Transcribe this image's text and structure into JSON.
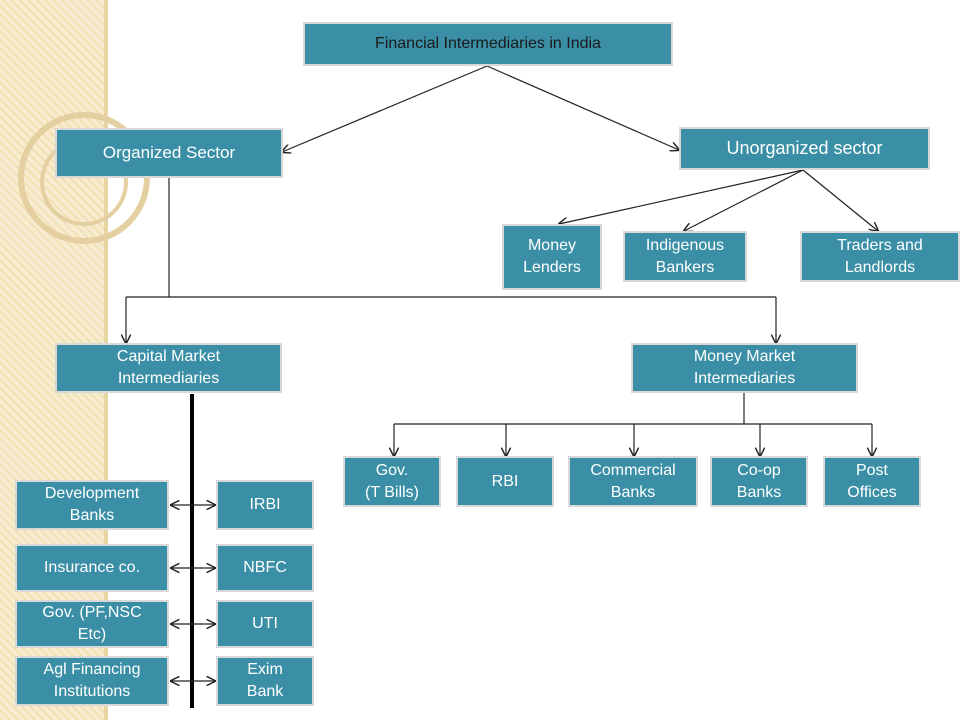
{
  "title": "Financial Intermediaries in India",
  "organized": "Organized Sector",
  "unorganized": "Unorganized sector",
  "unorganized_children": [
    "Money\nLenders",
    "Indigenous\nBankers",
    "Traders and\nLandlords"
  ],
  "capital_market": "Capital Market\nIntermediaries",
  "money_market": "Money Market\nIntermediaries",
  "money_market_children": [
    "Gov.\n(T Bills)",
    "RBI",
    "Commercial\nBanks",
    "Co-op\nBanks",
    "Post\nOffices"
  ],
  "capital_left": [
    "Development\nBanks",
    "Insurance co.",
    "Gov. (PF,NSC\nEtc)",
    "Agl Financing\nInstitutions"
  ],
  "capital_right": [
    "IRBI",
    "NBFC",
    "UTI",
    "Exim\nBank"
  ]
}
